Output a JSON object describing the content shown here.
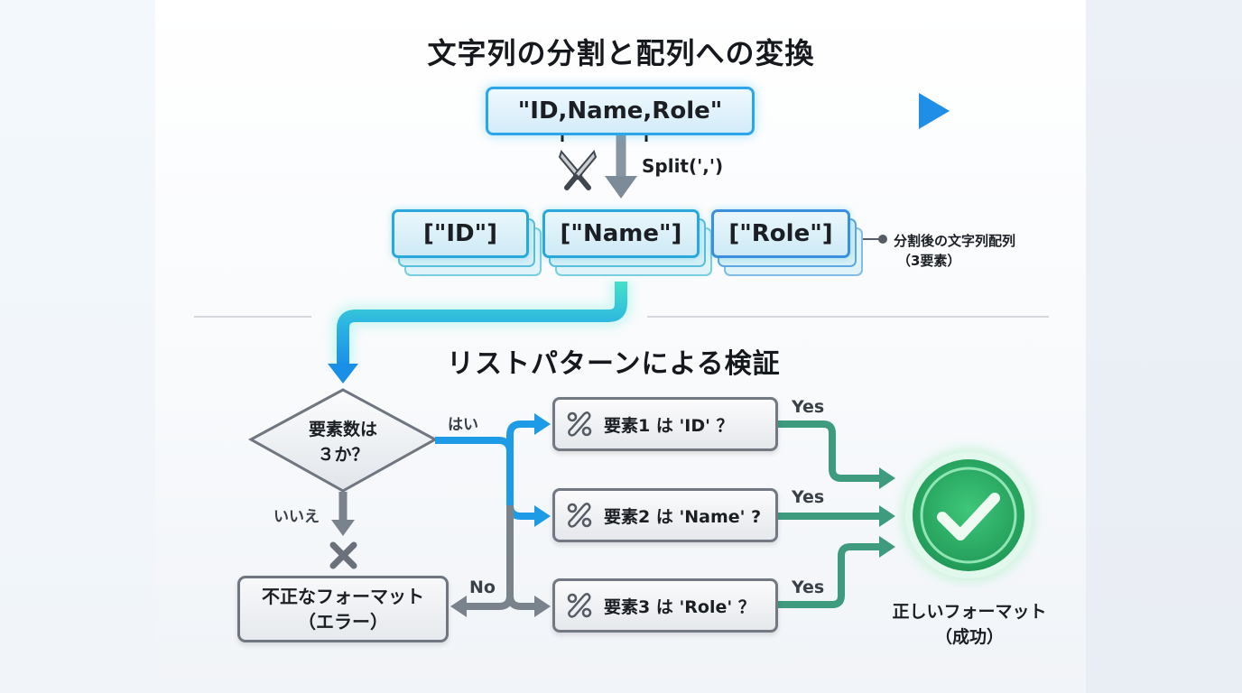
{
  "titles": {
    "main": "文字列の分割と配列への変換",
    "validation": "リストパターンによる検証"
  },
  "source": {
    "string": "\"ID,Name,Role\"",
    "operation": "Split(',')",
    "operation_icon": "crossed-knives-icon"
  },
  "array": {
    "elements": [
      "[\"ID\"]",
      "[\"Name\"]",
      "[\"Role\"]"
    ],
    "caption_line1": "分割後の文字列配列",
    "caption_line2": "（3要素）"
  },
  "decision": {
    "question_line1": "要素数は",
    "question_line2": "３か？",
    "yes_label": "はい",
    "no_label": "いいえ",
    "no_branch_label": "No"
  },
  "error": {
    "icon": "x-icon",
    "line1": "不正なフォーマット",
    "line2": "（エラー）"
  },
  "checks": [
    {
      "icon": "pattern-icon",
      "text": "要素1 は 'ID' ？",
      "result": "Yes"
    },
    {
      "icon": "pattern-icon",
      "text": "要素2 は 'Name' ?",
      "result": "Yes"
    },
    {
      "icon": "pattern-icon",
      "text": "要素3 は 'Role' ？",
      "result": "Yes"
    }
  ],
  "success": {
    "icon": "check-circle-icon",
    "line1": "正しいフォーマット",
    "line2": "（成功）"
  },
  "colors": {
    "blue": "#1e9be6",
    "cyan": "#3fd6d0",
    "gray": "#7a828c",
    "green": "#3f9b7e",
    "success": "#2fb063"
  }
}
